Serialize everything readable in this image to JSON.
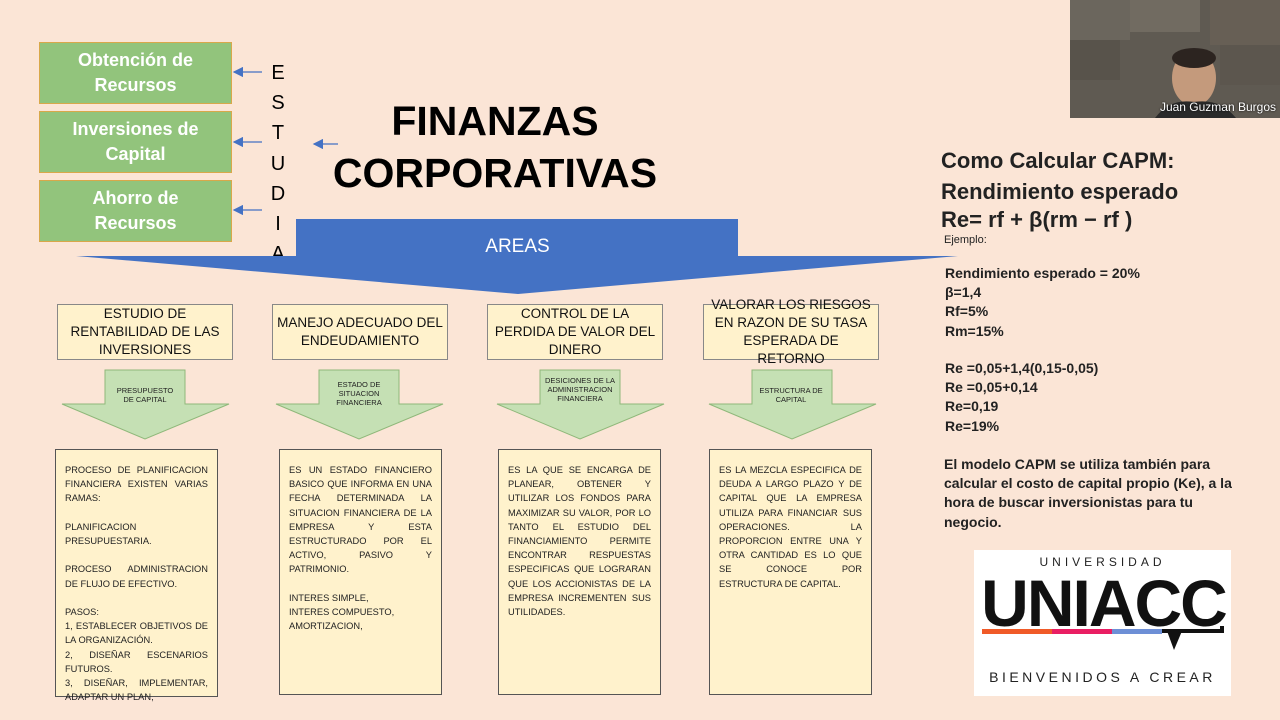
{
  "left_column": {
    "items": [
      {
        "label_1": "Obtención de",
        "label_2": "Recursos"
      },
      {
        "label_1": "Inversiones de",
        "label_2": "Capital"
      },
      {
        "label_1": "Ahorro de",
        "label_2": "Recursos"
      }
    ],
    "vertical_word": [
      "E",
      "S",
      "T",
      "U",
      "D",
      "I",
      "A"
    ]
  },
  "title": {
    "line1": "FINANZAS",
    "line2": "CORPORATIVAS"
  },
  "areas_label": "AREAS",
  "areas": [
    {
      "title": "ESTUDIO DE RENTABILIDAD DE LAS INVERSIONES",
      "arrow": "PRESUPUESTO DE CAPITAL",
      "desc": "PROCESO DE PLANIFICACION FINANCIERA EXISTEN VARIAS RAMAS:\n\nPLANIFICACION PRESUPUESTARIA.\n\nPROCESO ADMINISTRACION DE FLUJO DE EFECTIVO.\n\nPASOS:\n1, ESTABLECER OBJETIVOS DE LA ORGANIZACIÓN.\n2, DISEÑAR ESCENARIOS FUTUROS.\n3, DISEÑAR, IMPLEMENTAR, ADAPTAR UN PLAN,"
    },
    {
      "title": "MANEJO ADECUADO DEL ENDEUDAMIENTO",
      "arrow": "ESTADO DE SITUACION FINANCIERA",
      "desc": "ES UN ESTADO FINANCIERO BASICO QUE INFORMA EN UNA FECHA DETERMINADA LA SITUACION FINANCIERA DE LA EMPRESA Y ESTA ESTRUCTURADO POR EL ACTIVO, PASIVO Y PATRIMONIO.\n\nINTERES SIMPLE,\nINTERES COMPUESTO,\nAMORTIZACION,"
    },
    {
      "title": "CONTROL DE LA PERDIDA DE VALOR DEL DINERO",
      "arrow": "DESICIONES DE LA ADMINISTRACION FINANCIERA",
      "desc": "ES LA QUE SE ENCARGA DE PLANEAR, OBTENER Y UTILIZAR LOS FONDOS PARA MAXIMIZAR SU VALOR, POR LO TANTO EL ESTUDIO DEL FINANCIAMIENTO PERMITE ENCONTRAR RESPUESTAS ESPECIFICAS QUE LOGRARAN QUE LOS ACCIONISTAS DE LA EMPRESA INCREMENTEN SUS UTILIDADES."
    },
    {
      "title": "VALORAR LOS RIESGOS EN RAZON DE SU TASA ESPERADA DE RETORNO",
      "arrow": "ESTRUCTURA DE CAPITAL",
      "desc": "ES LA MEZCLA ESPECIFICA DE DEUDA A LARGO PLAZO Y DE CAPITAL QUE LA EMPRESA UTILIZA PARA FINANCIAR SUS OPERACIONES. LA PROPORCION ENTRE UNA Y OTRA CANTIDAD ES LO QUE SE CONOCE POR ESTRUCTURA DE CAPITAL."
    }
  ],
  "capm": {
    "heading1": "Como Calcular CAPM:",
    "heading2": "Rendimiento esperado",
    "formula": "Re= rf + β(rm − rf )",
    "example_label": "Ejemplo:",
    "given": [
      "Rendimiento esperado = 20%",
      "β=1,4",
      "Rf=5%",
      "Rm=15%"
    ],
    "steps": [
      "Re =0,05+1,4(0,15-0,05)",
      "Re =0,05+0,14",
      "Re=0,19",
      "Re=19%"
    ],
    "note": [
      "El modelo CAPM se utiliza también para",
      "calcular el costo de capital propio (Ke), a la",
      "hora de buscar inversionistas para tu",
      "negocio."
    ]
  },
  "video": {
    "participant": "Juan Guzman Burgos"
  },
  "logo": {
    "top": "UNIVERSIDAD",
    "brand": "UNIACC",
    "tagline": "BIENVENIDOS A CREAR"
  },
  "colors": {
    "green": "#92c47c",
    "blue": "#4472c4",
    "cream": "#fff2cc",
    "arrow_green": "#c5e0b4",
    "bg": "#fbe5d6"
  }
}
